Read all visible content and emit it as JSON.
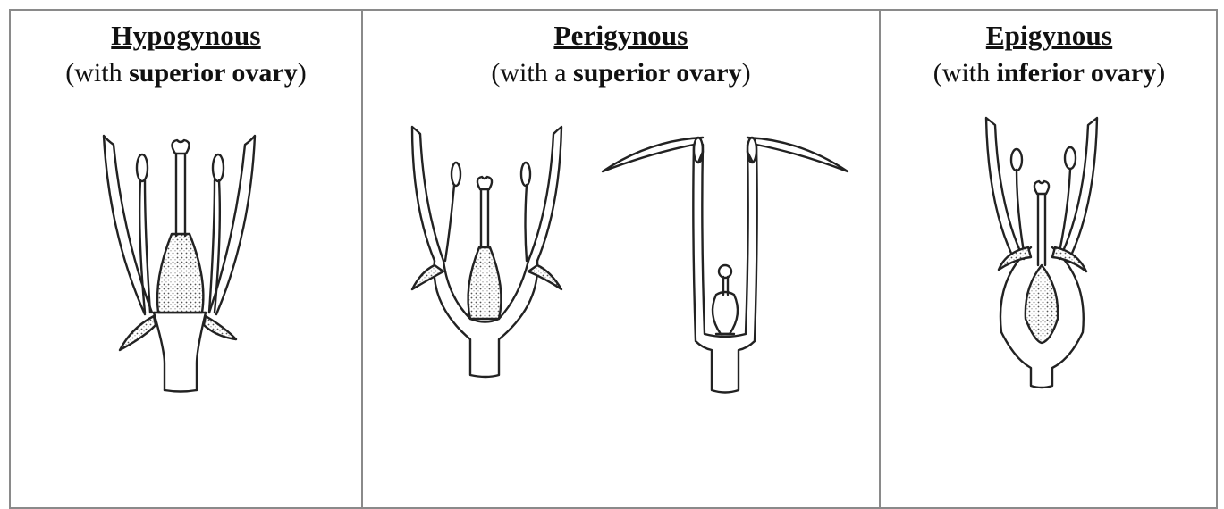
{
  "panels": [
    {
      "title": "Hypogynous",
      "sub_pre": "(with ",
      "sub_bold": "superior ovary",
      "sub_post": ")"
    },
    {
      "title": "Perigynous",
      "sub_pre": "(with a ",
      "sub_bold": "superior ovary",
      "sub_post": ")"
    },
    {
      "title": "Epigynous",
      "sub_pre": "(with ",
      "sub_bold": "inferior ovary",
      "sub_post": ")"
    }
  ],
  "colors": {
    "line": "#222222",
    "border": "#8a8a8a",
    "background": "#ffffff"
  }
}
